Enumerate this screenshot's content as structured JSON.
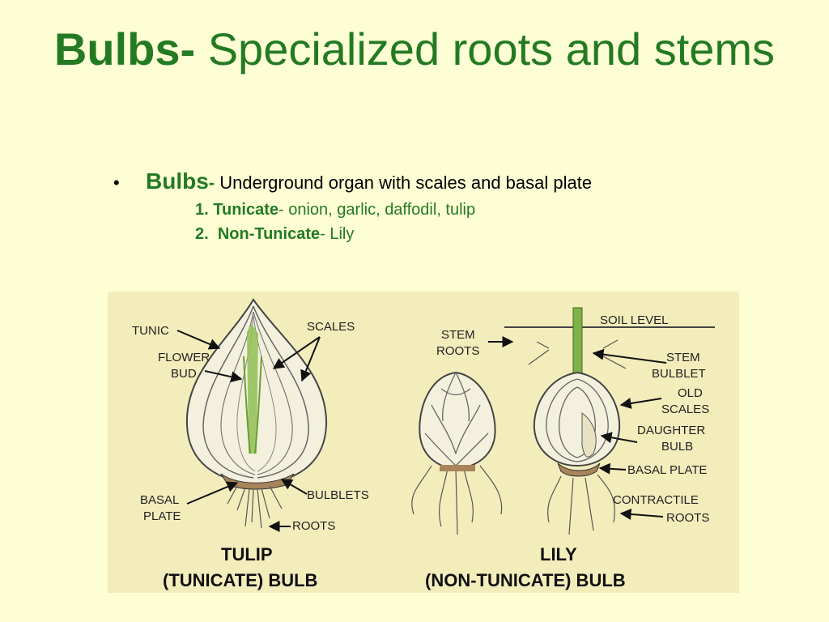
{
  "title": {
    "bold": "Bulbs-",
    "rest": " Specialized roots and stems"
  },
  "bullet": {
    "marker": "•",
    "term": "Bulbs",
    "dash": "-",
    "text": " Underground organ with scales and basal plate",
    "items": [
      {
        "num": "1.",
        "term": "Tunicate",
        "text": "- onion, garlic, daffodil, tulip"
      },
      {
        "num": "2.",
        "term": "Non-Tunicate",
        "text": "- Lily"
      }
    ]
  },
  "diagram": {
    "tulip_labels": {
      "tunic": "TUNIC",
      "flower1": "FLOWER",
      "flower2": "BUD",
      "scales": "SCALES",
      "basal1": "BASAL",
      "basal2": "PLATE",
      "bulblets": "BULBLETS",
      "roots": "ROOTS",
      "caption1": "TULIP",
      "caption2": "(TUNICATE) BULB"
    },
    "lily_labels": {
      "stem_roots1": "STEM",
      "stem_roots2": "ROOTS",
      "soil": "SOIL LEVEL",
      "bulblet1": "STEM",
      "bulblet2": "BULBLET",
      "old1": "OLD",
      "old2": "SCALES",
      "daughter1": "DAUGHTER",
      "daughter2": "BULB",
      "basal": "BASAL PLATE",
      "contract1": "CONTRACTILE",
      "contract2": "ROOTS",
      "caption1": "LILY",
      "caption2": "(NON-TUNICATE) BULB"
    },
    "colors": {
      "panel": "#f3edbc",
      "bulb": "#f4f0de",
      "line": "#555555",
      "leaf": "#7fb24a",
      "plate": "#a8845a"
    }
  }
}
